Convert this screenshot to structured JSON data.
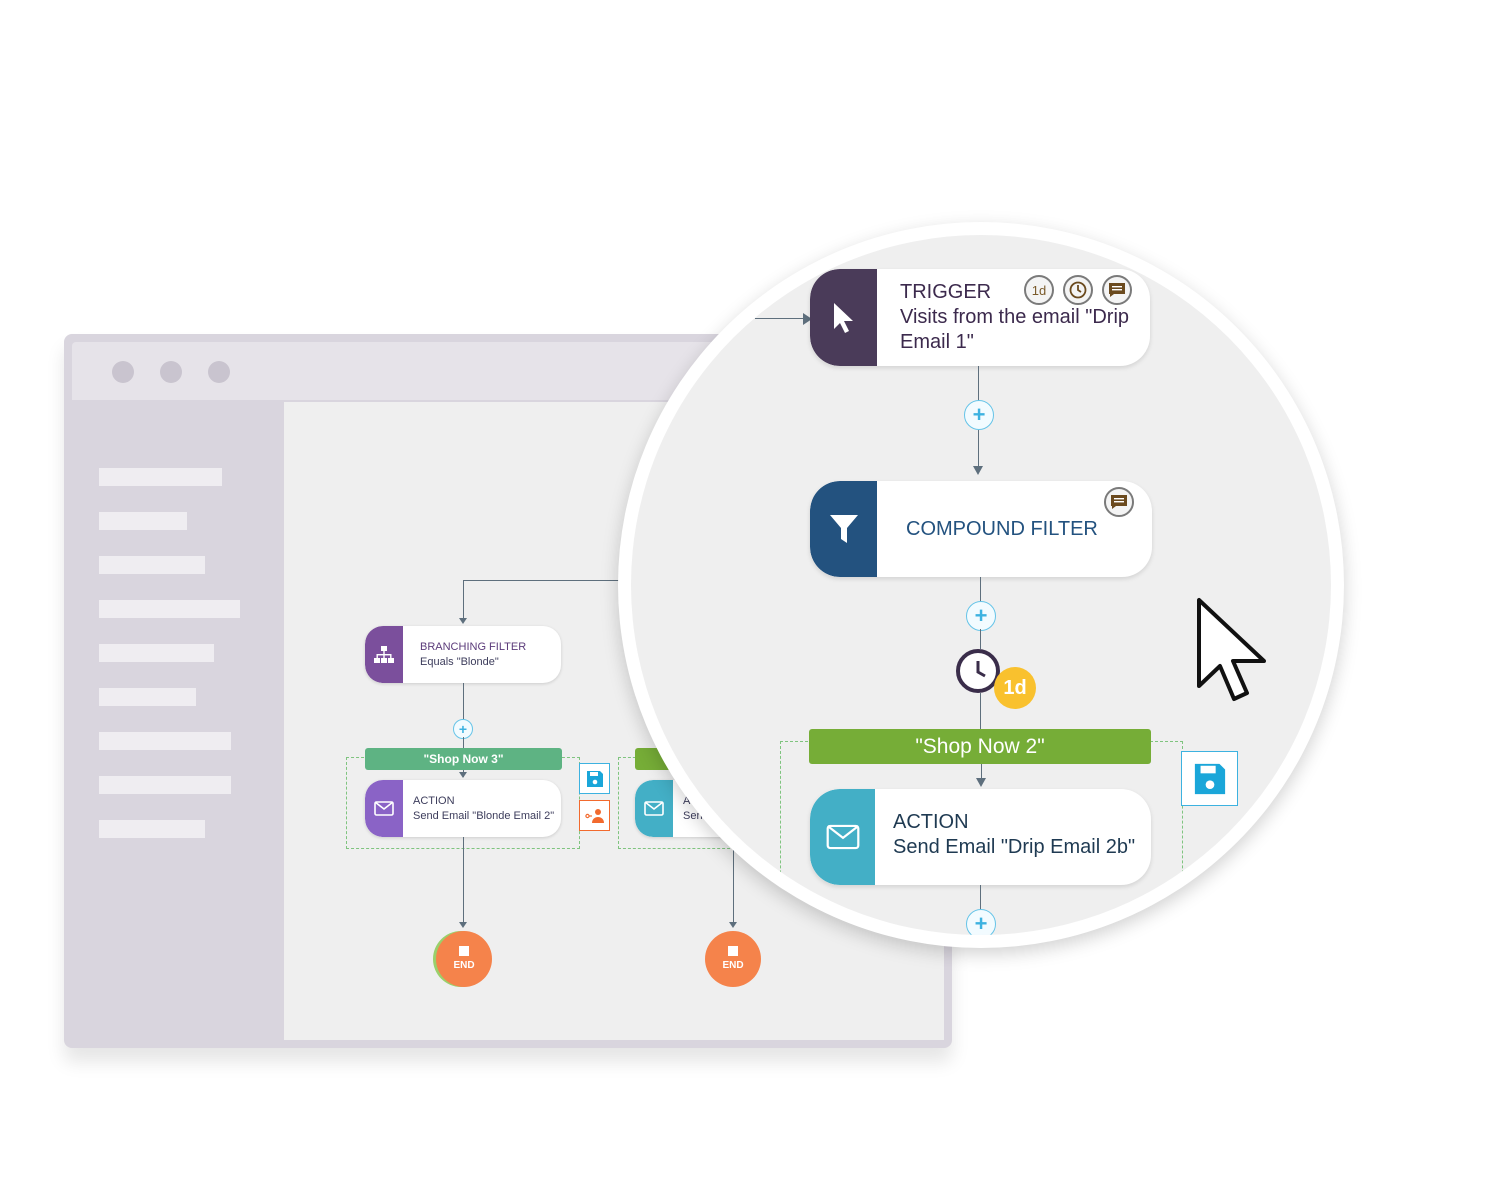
{
  "workflow": {
    "branching_filter": {
      "title": "BRANCHING FILTER",
      "subtitle": "Equals \"Blonde\""
    },
    "group_left": {
      "label": "\"Shop Now 3\""
    },
    "action_left": {
      "title": "ACTION",
      "subtitle": "Send Email \"Blonde Email 2\""
    },
    "action_right": {
      "title": "A",
      "subtitle": "Sen"
    },
    "end_left": {
      "label": "END"
    },
    "end_right": {
      "label": "END"
    }
  },
  "zoom": {
    "trigger": {
      "title": "TRIGGER",
      "subtitle": "Visits from the email \"Drip Email 1\"",
      "delay_badge": "1d"
    },
    "compound_filter": {
      "title": "COMPOUND FILTER"
    },
    "wait": {
      "badge": "1d"
    },
    "group": {
      "label": "\"Shop Now 2\""
    },
    "action": {
      "title": "ACTION",
      "subtitle": "Send Email \"Drip Email 2b\""
    },
    "add_step": "+"
  },
  "colors": {
    "trigger": "#4a3b59",
    "compound_filter": "#23527f",
    "branching_filter": "#7b4f9c",
    "action_purple": "#8a63c6",
    "action_teal": "#43afc6",
    "group_green": "#76ad37",
    "group_green_light": "#5eb383",
    "end": "#f5834b",
    "wait_badge": "#f9c12e"
  },
  "icons": [
    "cursor-icon",
    "funnel-icon",
    "hierarchy-icon",
    "envelope-icon",
    "clock-icon",
    "comment-icon",
    "save-icon",
    "user-route-icon",
    "stop-icon",
    "mouse-pointer-icon"
  ]
}
